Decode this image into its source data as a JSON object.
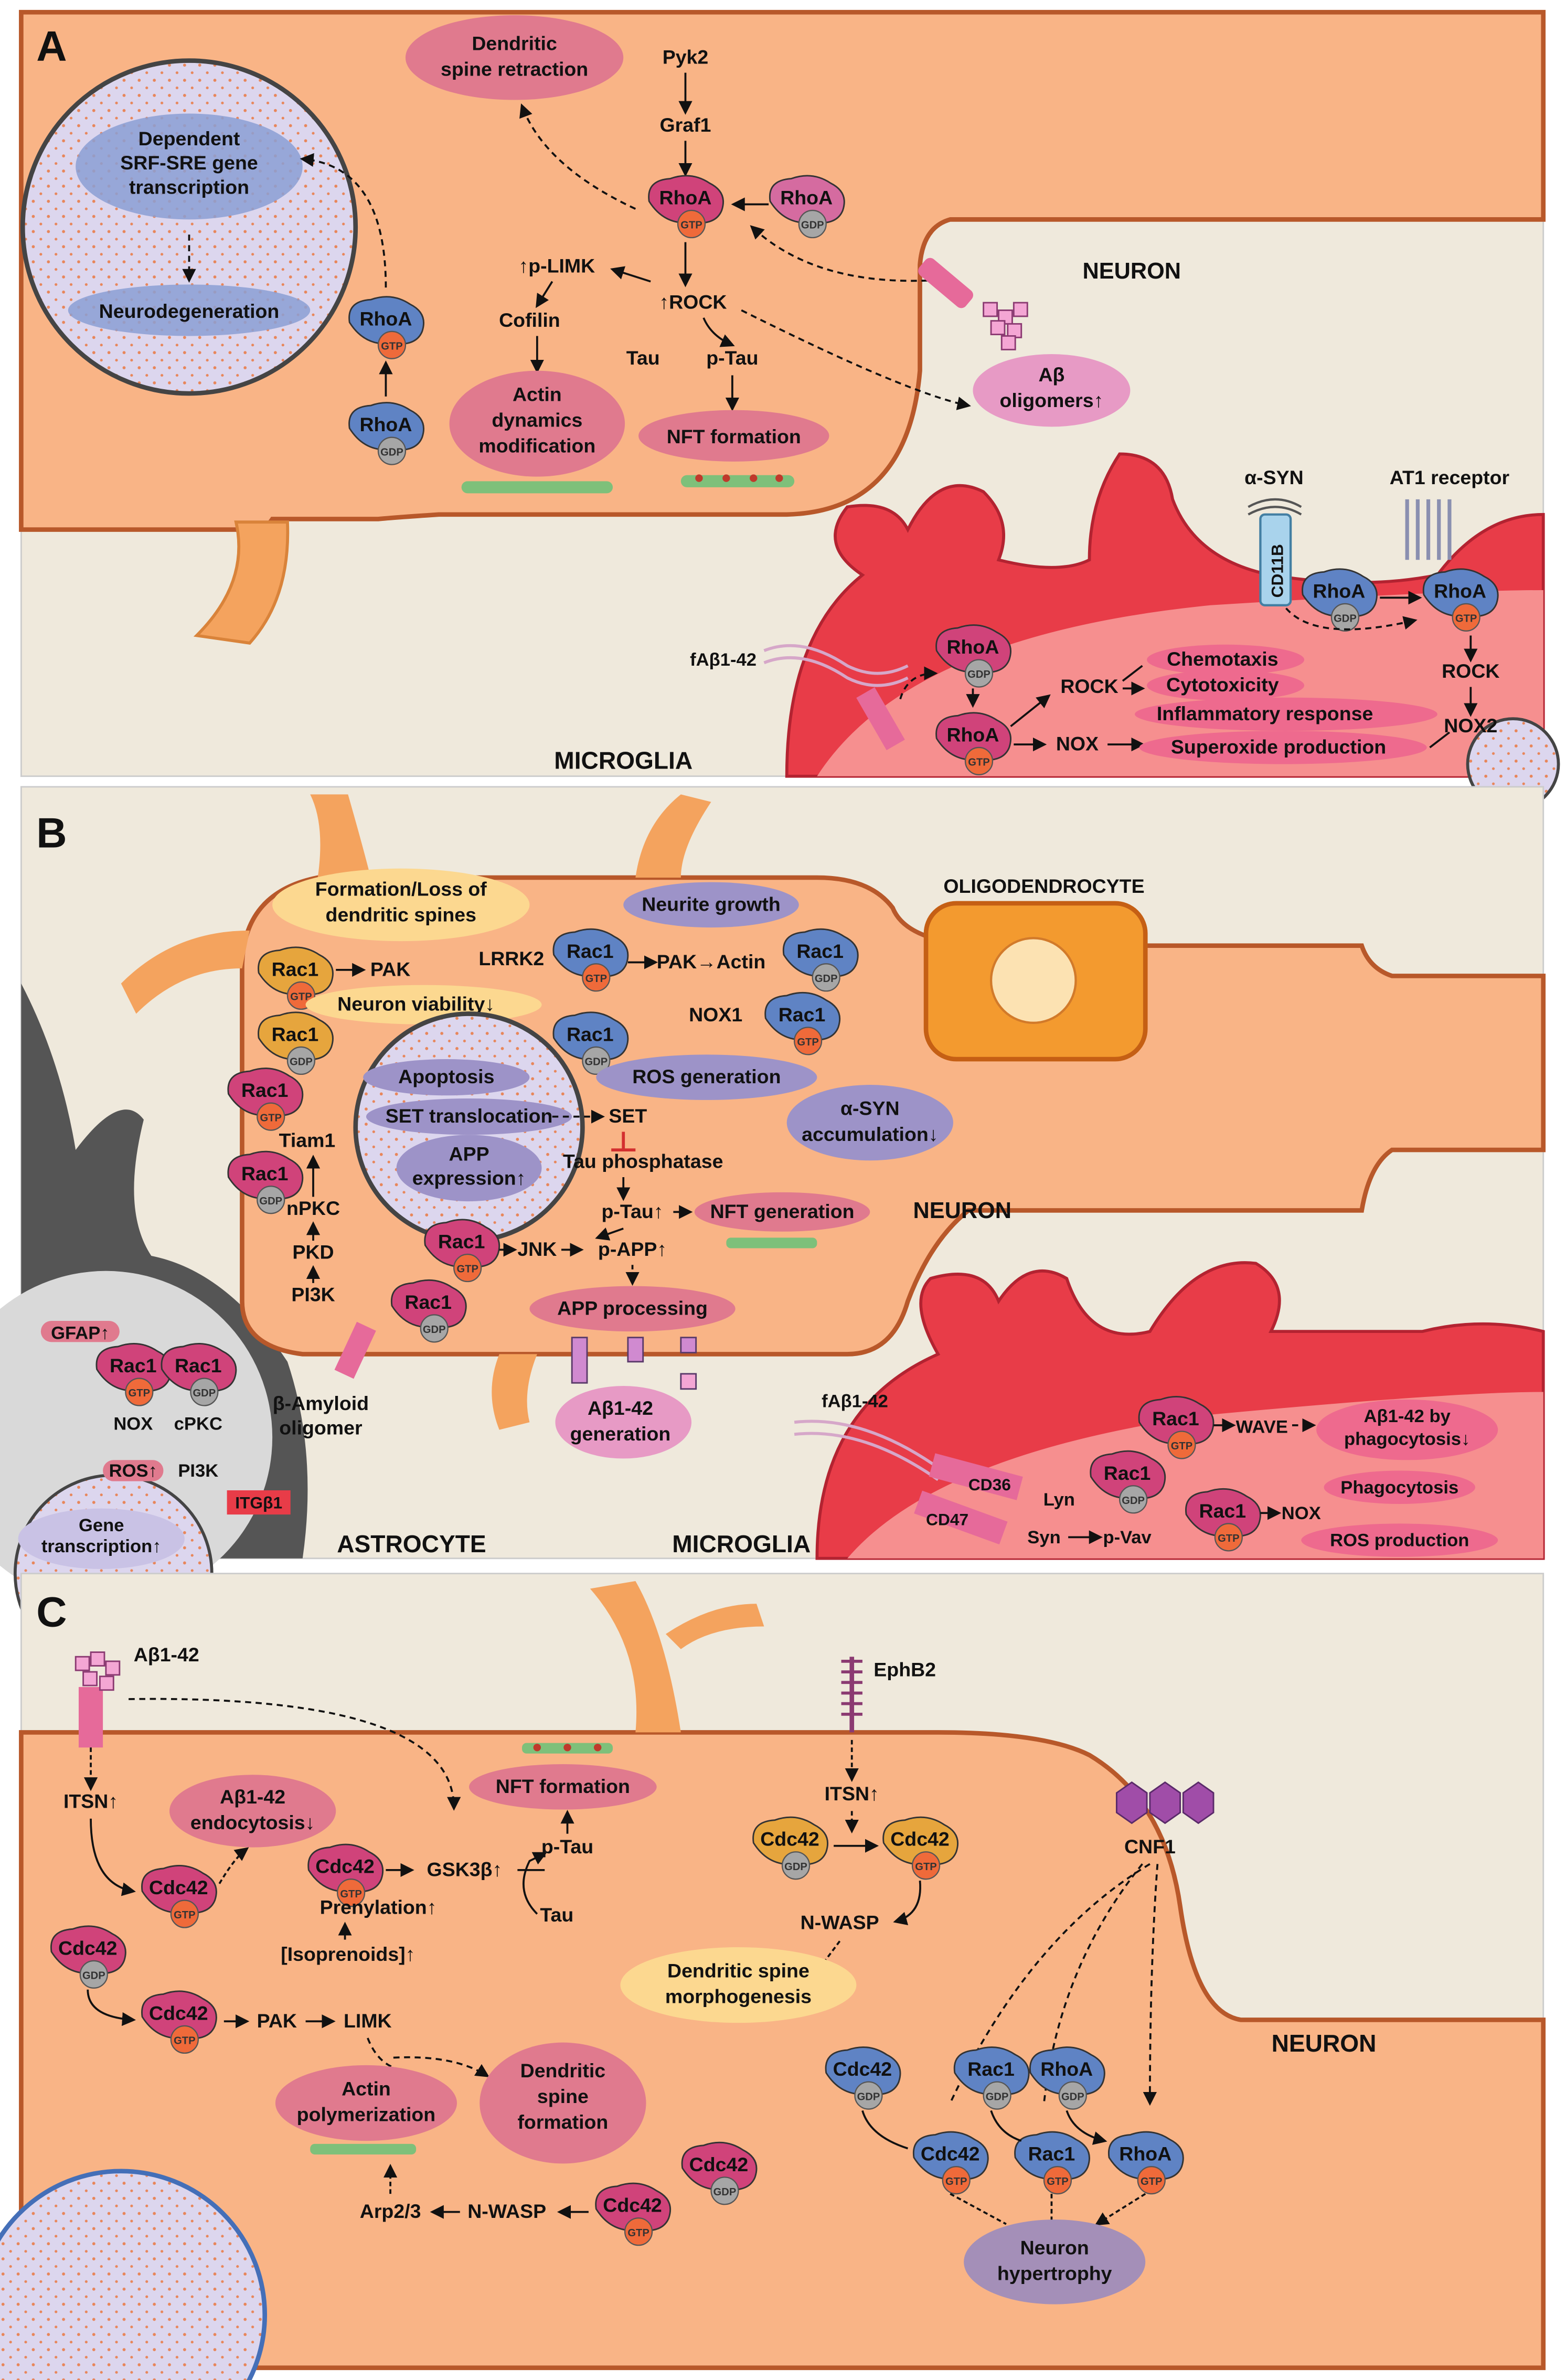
{
  "panels": {
    "a": "A",
    "b": "B",
    "c": "C"
  },
  "proteins": {
    "rhoa": "RhoA",
    "rac1": "Rac1",
    "cdc42": "Cdc42",
    "gtp": "GTP",
    "gdp": "GDP"
  },
  "panel_a": {
    "nucleus_top": [
      "Dependent",
      "SRF-SRE gene",
      "transcription"
    ],
    "neurodegeneration": "Neurodegeneration",
    "spine_retraction": [
      "Dendritic",
      "spine retraction"
    ],
    "pyk2": "Pyk2",
    "graf1": "Graf1",
    "plimk": "↑p-LIMK",
    "rock_up": "↑ROCK",
    "cofilin": "Cofilin",
    "tau": "Tau",
    "ptau": "p-Tau",
    "actin": [
      "Actin",
      "dynamics",
      "modification"
    ],
    "nft": "NFT formation",
    "abeta": [
      "Aβ",
      "oligomers↑"
    ],
    "neuron": "NEURON",
    "asyn": "α-SYN",
    "at1": "AT1 receptor",
    "cd11b": "CD11B",
    "rock": "ROCK",
    "nox2": "NOX2",
    "fab": "fAβ1-42",
    "rock_mid": "ROCK",
    "nox_mid": "NOX",
    "chemotaxis": "Chemotaxis",
    "cytotoxicity": "Cytotoxicity",
    "inflammatory": "Inflammatory response",
    "superoxide": "Superoxide production",
    "microglia": "MICROGLIA"
  },
  "panel_b": {
    "spines": [
      "Formation/Loss of",
      "dendritic spines"
    ],
    "neurite": "Neurite growth",
    "oligo": "OLIGODENDROCYTE",
    "pak": "PAK",
    "viability": "Neuron viability↓",
    "lrrk2": "LRRK2",
    "pak_actin": "PAK→Actin",
    "nox1": "NOX1",
    "ros_gen": "ROS generation",
    "asyn": [
      "α-SYN",
      "accumulation↓"
    ],
    "apoptosis": "Apoptosis",
    "set_trans": "SET translocation",
    "app_expr": [
      "APP",
      "expression↑"
    ],
    "set": "SET",
    "tau_phos": "Tau phosphatase",
    "tiam1": "Tiam1",
    "npkc": "nPKC",
    "pkd": "PKD",
    "pi3k": "PI3K",
    "ptau": "p-Tau↑",
    "nft_gen": "NFT generation",
    "neuron": "NEURON",
    "jnk": "JNK",
    "papp": "p-APP↑",
    "app_proc": "APP processing",
    "bamyloid": [
      "β-Amyloid",
      "oligomer"
    ],
    "ab_gen": [
      "Aβ1-42",
      "generation"
    ],
    "gfap": "GFAP↑",
    "nox": "NOX",
    "cpkc": "cPKC",
    "ros": "ROS↑",
    "pi3k2": "PI3K",
    "itgb1": "ITGβ1",
    "gene": [
      "Gene",
      "transcription↑"
    ],
    "astrocyte": "ASTROCYTE",
    "microglia": "MICROGLIA",
    "fab": "fAβ1-42",
    "cd36": "CD36",
    "cd47": "CD47",
    "lyn": "Lyn",
    "syn": "Syn",
    "pvav": "p-Vav",
    "wave": "WAVE",
    "phago_down": [
      "Aβ1-42 by",
      "phagocytosis↓"
    ],
    "phago": "Phagocytosis",
    "nox_m": "NOX",
    "ros_prod": "ROS production"
  },
  "panel_c": {
    "ab": "Aβ1-42",
    "ephb2": "EphB2",
    "itsn_l": "ITSN↑",
    "itsn_r": "ITSN↑",
    "endo": [
      "Aβ1-42",
      "endocytosis↓"
    ],
    "nft": "NFT formation",
    "gsk": "GSK3β↑",
    "prenyl": "Prenylation↑",
    "isoprenoids": "[Isoprenoids]↑",
    "ptau": "p-Tau",
    "tau": "Tau",
    "cnf1": "CNF1",
    "nwasp_r": "N-WASP",
    "morph": [
      "Dendritic spine",
      "morphogenesis"
    ],
    "pak": "PAK",
    "limk": "LIMK",
    "actin": [
      "Actin",
      "polymerization"
    ],
    "spine_form": [
      "Dendritic",
      "spine",
      "formation"
    ],
    "arp": "Arp2/3",
    "nwasp": "N-WASP",
    "neuron": "NEURON",
    "hypertrophy": [
      "Neuron",
      "hypertrophy"
    ]
  }
}
